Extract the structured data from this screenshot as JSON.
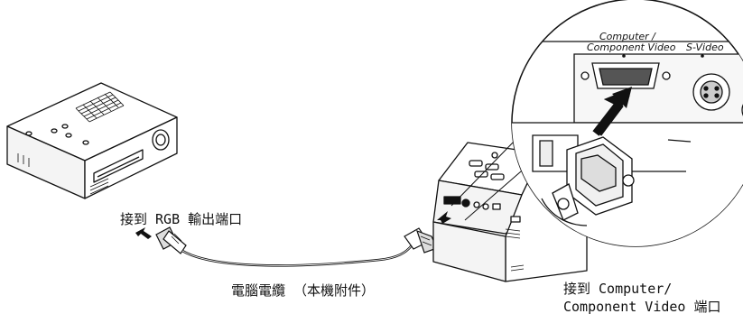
{
  "callout": {
    "port_label_computer": "Computer /",
    "port_label_component": "Component Video",
    "port_label_svideo": "S-Video"
  },
  "labels": {
    "rgb_output": "接到 RGB 輸出端口",
    "cable": "電腦電纜 （本機附件）",
    "computer_port_line1": "接到 Computer/",
    "computer_port_line2": "Component Video 端口"
  },
  "icons": {
    "computer": "desktop-computer-icon",
    "projector": "projector-icon",
    "cable": "vga-cable-icon",
    "arrows": "direction-arrow-icon"
  }
}
